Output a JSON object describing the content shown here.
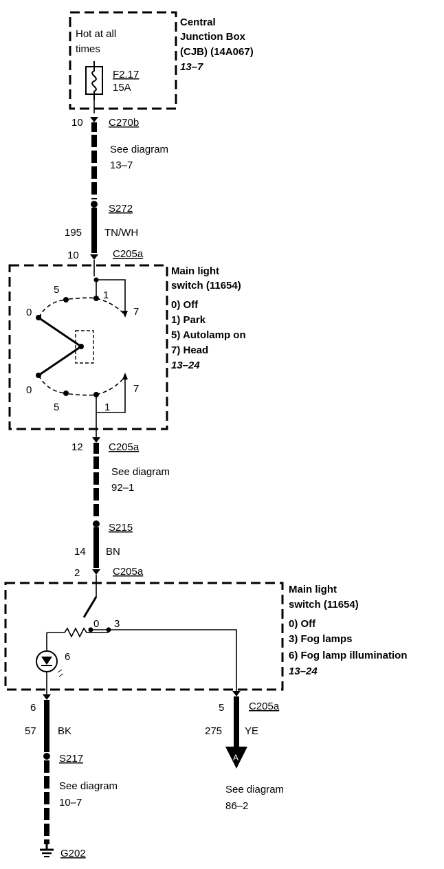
{
  "cjb": {
    "name": [
      "Central",
      "Junction Box",
      "(CJB) (14A067)"
    ],
    "page": "13–7",
    "hot_label": [
      "Hot at all",
      "times"
    ],
    "fuse_id": "F2.17",
    "fuse_rating": "15A"
  },
  "wires": {
    "w1": {
      "pin": "10",
      "connector": "C270b",
      "see": "See diagram",
      "page": "13–7"
    },
    "s272": "S272",
    "w2": {
      "circuit": "195",
      "color": "TN/WH",
      "pin": "10",
      "connector": "C205a"
    },
    "w3": {
      "pin": "12",
      "connector": "C205a",
      "see": "See diagram",
      "page": "92–1"
    },
    "s215": "S215",
    "w4": {
      "circuit": "14",
      "color": "BN",
      "pin": "2",
      "connector": "C205a"
    },
    "left_out": {
      "pin": "6",
      "circuit": "57",
      "color": "BK",
      "splice": "S217",
      "see": "See diagram",
      "page": "10–7",
      "ground": "G202"
    },
    "right_out": {
      "pin": "5",
      "connector": "C205a",
      "circuit": "275",
      "color": "YE",
      "arrow": "A",
      "see": "See diagram",
      "page": "86–2"
    }
  },
  "switch1": {
    "title": [
      "Main light",
      "switch (11654)"
    ],
    "positions": [
      "0) Off",
      "1) Park",
      "5) Autolamp on",
      "7) Head"
    ],
    "page": "13–24",
    "pos_labels": {
      "p0": "0",
      "p5": "5",
      "p1": "1",
      "p7": "7"
    }
  },
  "switch2": {
    "title": [
      "Main light",
      "switch (11654)"
    ],
    "positions": [
      "0) Off",
      "3) Fog lamps",
      "6) Fog lamp illumination"
    ],
    "page": "13–24",
    "pos_labels": {
      "p0": "0",
      "p3": "3",
      "p6": "6"
    }
  }
}
